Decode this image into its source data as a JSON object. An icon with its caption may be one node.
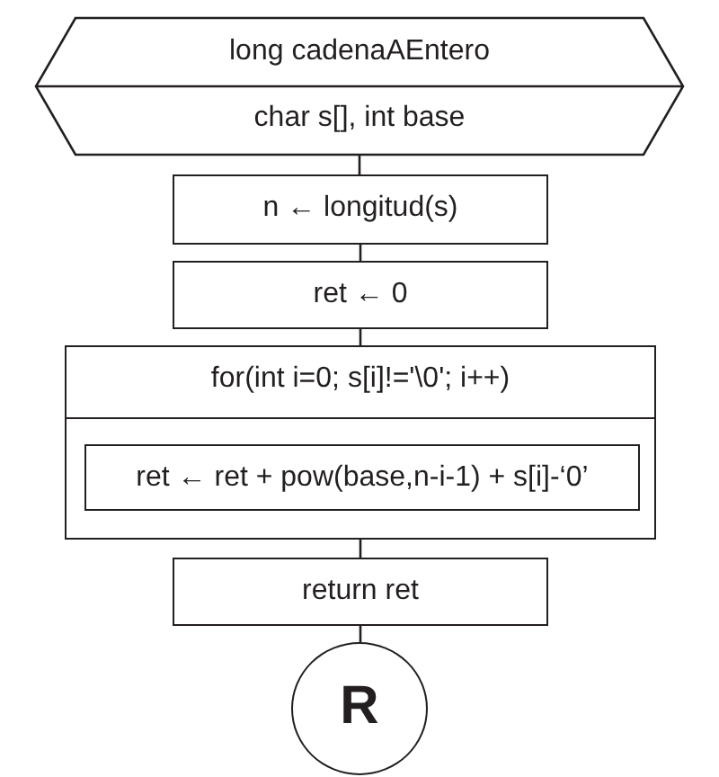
{
  "diagram": {
    "nodes": [
      {
        "text": [
          "long cadenaAEntero",
          "char s[], int base"
        ]
      },
      {
        "text": [
          "n ← longitud(s)"
        ]
      },
      {
        "text": [
          "ret ← 0"
        ]
      },
      {
        "text": [
          "for(int i=0; s[i]!='\\0'; i++)"
        ]
      },
      {
        "text": [
          "ret ← ret + pow(base,n-i-1) + s[i]-‘0’"
        ],
        "in": 3
      },
      {
        "text": [
          "return ret"
        ]
      },
      {
        "text": [
          "R"
        ]
      }
    ],
    "edges": [
      {
        "from": 0,
        "to": 1,
        "arrow": "none"
      },
      {
        "from": 1,
        "to": 2,
        "arrow": "none"
      },
      {
        "from": 2,
        "to": 3,
        "arrow": "none"
      },
      {
        "from": 3,
        "to": 5,
        "arrow": "none"
      },
      {
        "from": 5,
        "to": 6,
        "arrow": "none"
      }
    ]
  }
}
